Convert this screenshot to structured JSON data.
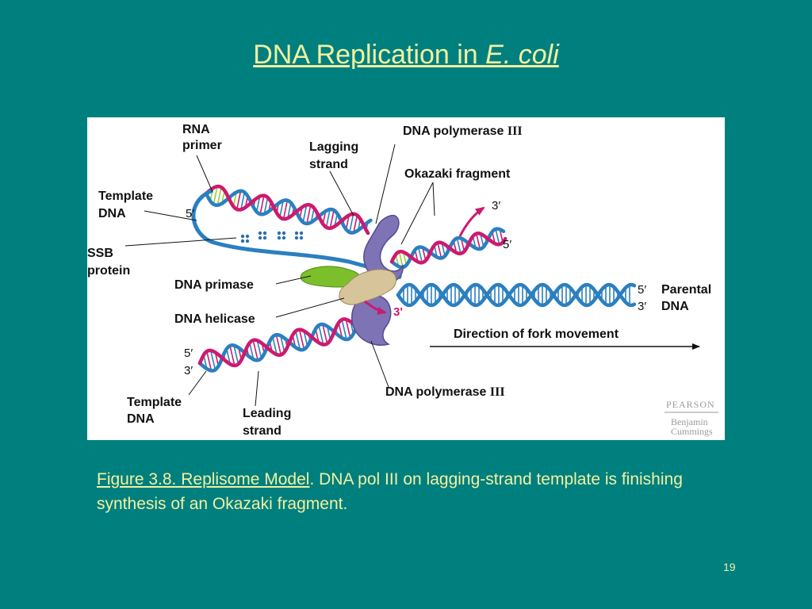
{
  "title": {
    "main": "DNA Replication in ",
    "italic": "E. coli"
  },
  "figure": {
    "labels": {
      "rna_primer_1": "RNA",
      "rna_primer_2": "primer",
      "lagging_1": "Lagging",
      "lagging_2": "strand",
      "dna_pol_top": "DNA polymerase ",
      "dna_pol_top_roman": "III",
      "okazaki": "Okazaki fragment",
      "template_top_1": "Template",
      "template_top_2": "DNA",
      "ssb_1": "SSB",
      "ssb_2": "protein",
      "primase": "DNA primase",
      "helicase": "DNA helicase",
      "parental_1": "Parental",
      "parental_2": "DNA",
      "direction": "Direction of fork movement",
      "dna_pol_bottom": "DNA polymerase ",
      "dna_pol_bottom_roman": "III",
      "template_bottom_1": "Template",
      "template_bottom_2": "DNA",
      "leading_1": "Leading",
      "leading_2": "strand"
    },
    "ends": {
      "top_left_5": "5′",
      "okazaki_3": "3′",
      "okazaki_5": "5′",
      "parental_5": "5′",
      "parental_3": "3′",
      "center_3": "3'",
      "bottom_5": "5′",
      "bottom_3": "3′"
    },
    "logo": {
      "line1": "PEARSON",
      "line2": "Benjamin",
      "line3": "Cummings"
    }
  },
  "caption": {
    "ref": "Figure 3.8. Replisome Model",
    "text": ". DNA pol III on lagging-strand template is finishing synthesis of an Okazaki fragment."
  },
  "page_number": "19",
  "colors": {
    "background": "#007f7f",
    "title_text": "#f2f2a0",
    "strand_blue": "#2a7fc0",
    "strand_magenta": "#cc1a6e",
    "primer_green": "#9ccf3c",
    "polymerase_purple": "#7d73b5",
    "helicase_tan": "#d8c49a",
    "primase_green": "#7cbf2a"
  }
}
